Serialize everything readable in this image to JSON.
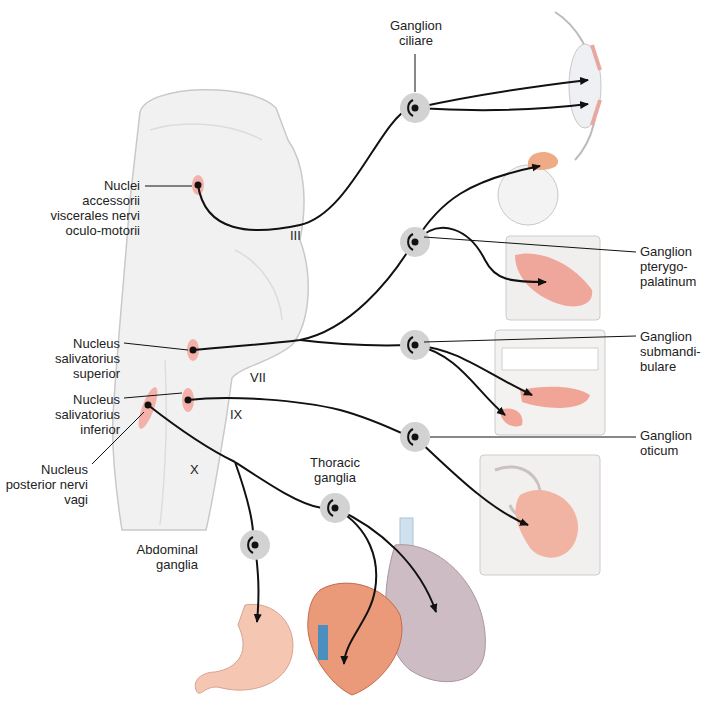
{
  "diagram": {
    "labels": [
      "Ganglion ciliare",
      "Nuclei accessorii viscerales nervi oculo-motorii",
      "III",
      "Ganglion pterygo-palatinum",
      "Nucleus salivatorius superior",
      "Ganglion submandi-bulare",
      "VII",
      "Nucleus salivatorius inferior",
      "IX",
      "Ganglion oticum",
      "Nucleus posterior nervi vagi",
      "Thoracic ganglia",
      "X",
      "Abdominal ganglia"
    ]
  }
}
